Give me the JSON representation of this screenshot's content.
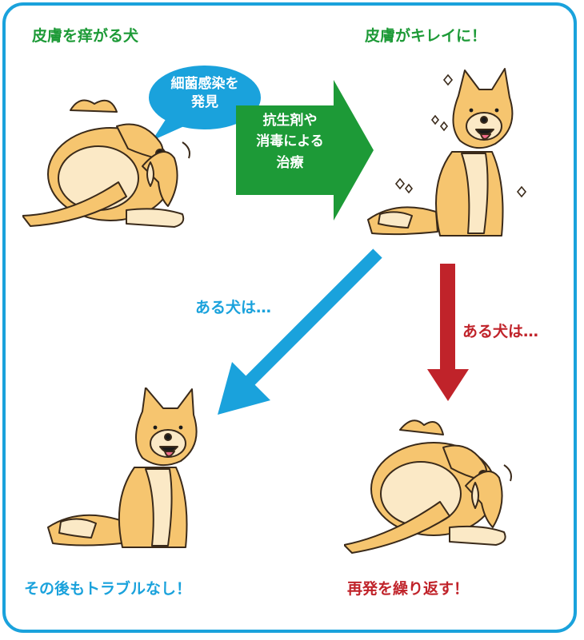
{
  "colors": {
    "frame": "#1aa2dc",
    "green": "#1d9a37",
    "blue": "#1aa2dc",
    "red": "#c0232a",
    "dog_fur": "#f6c56f",
    "dog_light": "#fbe9c6"
  },
  "top_left_title": "皮膚を痒がる犬",
  "top_right_title": "皮膚がキレイに！",
  "bubble": {
    "line1": "細菌感染を",
    "line2": "発見"
  },
  "treatment_arrow": {
    "line1": "抗生剤や",
    "line2": "消毒による",
    "line3": "治療"
  },
  "branch_left_label": "ある犬は…",
  "branch_right_label": "ある犬は…",
  "bottom_left_caption": "その後もトラブルなし！",
  "bottom_right_caption": "再発を繰り返す！"
}
